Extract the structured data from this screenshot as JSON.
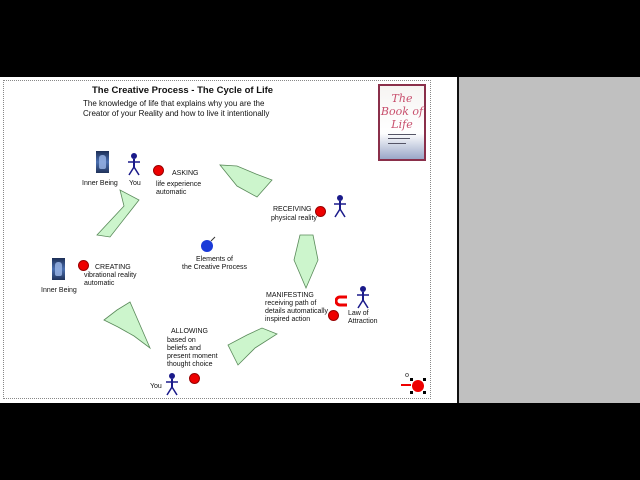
{
  "slide": {
    "title": "The Creative Process - The Cycle of Life",
    "subtitle_line1": "The knowledge of life that explains why you are the",
    "subtitle_line2": "Creator of your Reality and how to live it intentionally"
  },
  "book": {
    "title": "The Book of Life"
  },
  "stages": {
    "asking": {
      "label": "ASKING",
      "line1": "life experience",
      "line2": "automatic"
    },
    "receiving": {
      "label": "RECEIVING",
      "line1": "physical reality"
    },
    "manifesting": {
      "label": "MANIFESTING",
      "line1": "receiving path of",
      "line2": "details automatically",
      "line3": "inspired action"
    },
    "allowing": {
      "label": "ALLOWING",
      "line1": "based on",
      "line2": "beliefs and",
      "line3": "present moment",
      "line4": "thought choice"
    },
    "creating": {
      "label": "CREATING",
      "line1": "vibrational reality",
      "line2": "automatic"
    }
  },
  "center": {
    "line1": "Elements of",
    "line2": "the Creative Process"
  },
  "labels": {
    "inner_being_top": "Inner Being",
    "you_top": "You",
    "inner_being_left": "Inner Being",
    "you_bottom": "You",
    "law_line1": "Law of",
    "law_line2": "Attraction"
  },
  "colors": {
    "dot": "#e00000",
    "arrow_fill": "#ccf5cc",
    "figure": "#1a1a8a",
    "center_ball": "#1a3ad8"
  },
  "icons": [
    "person-icon",
    "inner-being-icon",
    "magnet-icon",
    "bomb-icon",
    "book-cover"
  ]
}
